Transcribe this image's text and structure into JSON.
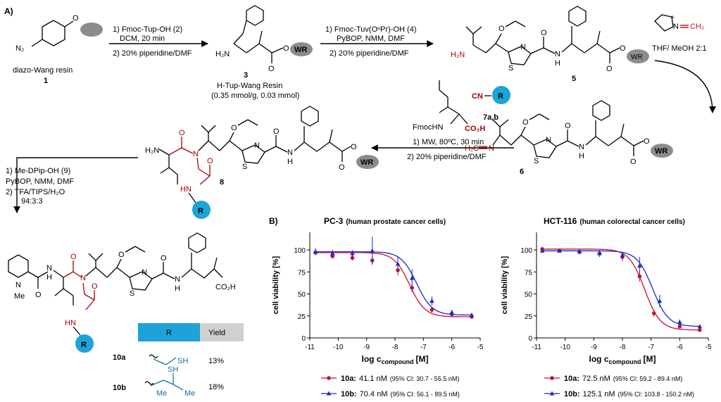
{
  "panel_a_label": "A)",
  "panel_b_label": "B)",
  "step1": {
    "line1": "1) Fmoc-Tup-OH (2)",
    "line2": "DCM, 20 min",
    "line3": "2) 20% piperidine/DMF"
  },
  "step2": {
    "line1": "1) Fmoc-Tuv(OⁿPr)-OH (4)",
    "line2": "PyBOP, NMM, DMF",
    "line3": "2) 20% piperidine/DMF"
  },
  "step3": {
    "line1": "THF/ MeOH 2:1"
  },
  "step4": {
    "line1": "1) MW, 80ºC, 30 min",
    "line2": "2) 20% piperidine/DMF"
  },
  "step5": {
    "line1": "1) Me-DPip-OH (9)",
    "line2": "PyBOP, NMM, DMF",
    "line3": "2) TFA/TIPS/H₂O",
    "line4": "94:3:3"
  },
  "compounds": {
    "c1_name": "diazo-Wang resin",
    "c1_num": "1",
    "c3_num": "3",
    "c3_name": "H-Tup-Wang Resin",
    "c3_load": "(0.35 mmol/g, 0.03 mmol)",
    "c5_num": "5",
    "c6_num": "6",
    "c8_num": "8",
    "c7_num": "7a,b"
  },
  "atoms": {
    "n2": "N₂",
    "o": "O",
    "h2n": "H₂N",
    "n": "N",
    "s": "S",
    "nh": "NH",
    "hn": "HN",
    "h": "H",
    "wr": "WR",
    "r": "R",
    "cn": "CN",
    "fmochn": "FmocHN",
    "co2h": "CO₂H",
    "cooh": "CO₂H",
    "me": "Me",
    "sh": "SH",
    "ch2": "CH₂",
    "h2c_n": "H₂C",
    "plus": "+"
  },
  "yield_table": {
    "col_r": "R",
    "col_yield": "Yield",
    "rows": [
      {
        "label": "10a",
        "yield": "13%"
      },
      {
        "label": "10b",
        "yield": "18%"
      }
    ]
  },
  "chart_data": [
    {
      "type": "line",
      "title": "PC-3",
      "subtitle": "(human prostate cancer cells)",
      "xlabel": "log c",
      "xlabel_sub": "compound",
      "xlabel_unit": "[M]",
      "ylabel": "cell viability [%]",
      "xlim": [
        -11,
        -5
      ],
      "ylim": [
        0,
        120
      ],
      "xticks": [
        -11,
        -10,
        -9,
        -8,
        -7,
        -6,
        -5
      ],
      "yticks": [
        0,
        25,
        50,
        75,
        100
      ],
      "series": [
        {
          "name": "10a",
          "color": "#c8102e",
          "marker": "circle",
          "x": [
            -10.8,
            -10.2,
            -9.5,
            -8.8,
            -7.9,
            -7.4,
            -6.7,
            -6.0,
            -5.3
          ],
          "y": [
            97,
            93,
            91,
            88,
            77,
            57,
            32,
            27,
            24
          ],
          "err": [
            3,
            3,
            3,
            4,
            6,
            5,
            3,
            2,
            2
          ],
          "legend_value": "41.1 nM",
          "legend_ci": "(95% CI: 30.7 - 55.5 nM)"
        },
        {
          "name": "10b",
          "color": "#1f28c8",
          "marker": "triangle",
          "x": [
            -10.8,
            -10.2,
            -9.5,
            -8.8,
            -7.9,
            -7.4,
            -6.7,
            -6.0,
            -5.3
          ],
          "y": [
            98,
            96,
            96,
            99,
            84,
            68,
            42,
            29,
            26
          ],
          "err": [
            4,
            4,
            4,
            16,
            8,
            10,
            5,
            3,
            2
          ],
          "legend_value": "70.4 nM",
          "legend_ci": "(95% CI: 56.1 - 89.5 nM)"
        }
      ]
    },
    {
      "type": "line",
      "title": "HCT-116",
      "subtitle": "(human colorectal cancer cells)",
      "xlabel": "log c",
      "xlabel_sub": "compound",
      "xlabel_unit": "[M]",
      "ylabel": "cell viability [%]",
      "xlim": [
        -11,
        -5
      ],
      "ylim": [
        0,
        120
      ],
      "xticks": [
        -11,
        -10,
        -9,
        -8,
        -7,
        -6,
        -5
      ],
      "yticks": [
        0,
        25,
        50,
        75,
        100
      ],
      "series": [
        {
          "name": "10a",
          "color": "#c8102e",
          "marker": "circle",
          "x": [
            -10.8,
            -10.2,
            -9.5,
            -8.8,
            -8.0,
            -7.4,
            -6.9,
            -6.0,
            -5.3
          ],
          "y": [
            101,
            99,
            98,
            96,
            92,
            70,
            28,
            13,
            9
          ],
          "err": [
            2,
            2,
            3,
            4,
            5,
            6,
            4,
            2,
            2
          ],
          "legend_value": "72.5 nM",
          "legend_ci": "(95% CI: 59.2 - 89.4 nM)"
        },
        {
          "name": "10b",
          "color": "#1f28c8",
          "marker": "triangle",
          "x": [
            -10.8,
            -10.2,
            -9.5,
            -8.8,
            -8.0,
            -7.4,
            -6.7,
            -6.0,
            -5.3
          ],
          "y": [
            99,
            99,
            98,
            96,
            94,
            82,
            42,
            18,
            13
          ],
          "err": [
            2,
            2,
            3,
            4,
            4,
            10,
            7,
            3,
            2
          ],
          "legend_value": "125.1 nM",
          "legend_ci": "(95% CI: 103.8 - 150.2 nM)"
        }
      ]
    }
  ]
}
